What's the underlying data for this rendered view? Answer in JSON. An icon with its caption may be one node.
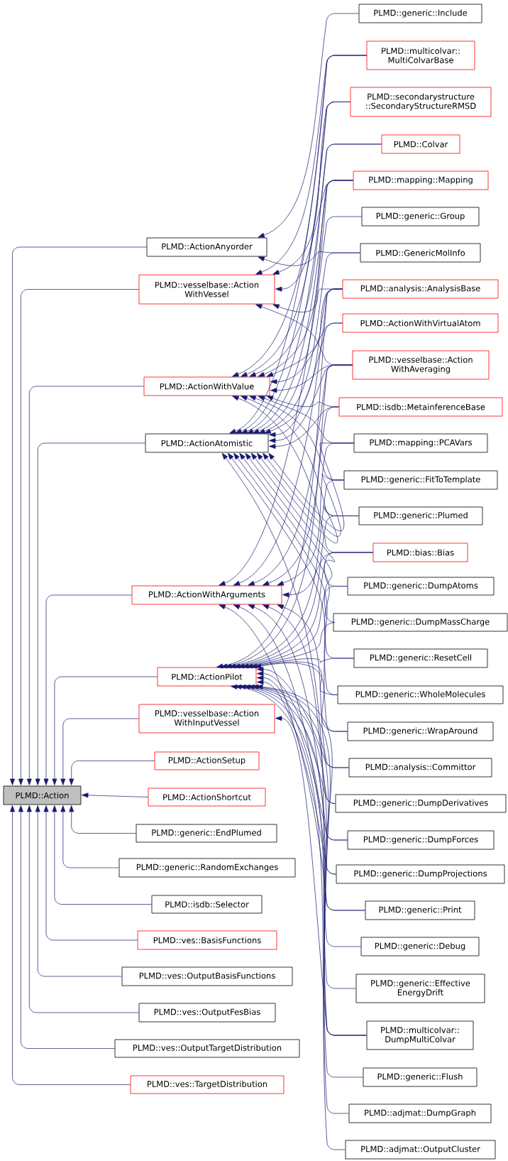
{
  "diagram": {
    "nodes": [
      {
        "text": [
          "PLMD::generic::Include"
        ]
      },
      {
        "text": [
          "PLMD::multicolvar:: MultiColvarBase"
        ]
      },
      {
        "text": [
          "PLMD::secondarystructure ::SecondaryStructureRMSD"
        ]
      },
      {
        "text": [
          "PLMD::Colvar"
        ]
      },
      {
        "text": [
          "PLMD::mapping::Mapping"
        ]
      },
      {
        "text": [
          "PLMD::generic::Group"
        ]
      },
      {
        "text": [
          "PLMD::ActionAnyorder"
        ]
      },
      {
        "text": [
          "PLMD::GenericMolInfo"
        ]
      },
      {
        "text": [
          "PLMD::vesselbase::Action WithVessel"
        ]
      },
      {
        "text": [
          "PLMD::analysis::AnalysisBase"
        ]
      },
      {
        "text": [
          "PLMD::ActionWithVirtualAtom"
        ]
      },
      {
        "text": [
          "PLMD::vesselbase::Action WithAveraging"
        ]
      },
      {
        "text": [
          "PLMD::ActionWithValue"
        ]
      },
      {
        "text": [
          "PLMD::isdb::MetainferenceBase"
        ]
      },
      {
        "text": [
          "PLMD::ActionAtomistic"
        ]
      },
      {
        "text": [
          "PLMD::mapping::PCAVars"
        ]
      },
      {
        "text": [
          "PLMD::generic::FitToTemplate"
        ]
      },
      {
        "text": [
          "PLMD::generic::Plumed"
        ]
      },
      {
        "text": [
          "PLMD::bias::Bias"
        ]
      },
      {
        "text": [
          "PLMD::generic::DumpAtoms"
        ]
      },
      {
        "text": [
          "PLMD::ActionWithArguments"
        ]
      },
      {
        "text": [
          "PLMD::generic::DumpMassCharge"
        ]
      },
      {
        "text": [
          "PLMD::generic::ResetCell"
        ]
      },
      {
        "text": [
          "PLMD::ActionPilot"
        ]
      },
      {
        "text": [
          "PLMD::generic::WholeMolecules"
        ]
      },
      {
        "text": [
          "PLMD::vesselbase::Action WithInputVessel"
        ]
      },
      {
        "text": [
          "PLMD::generic::WrapAround"
        ]
      },
      {
        "text": [
          "PLMD::ActionSetup"
        ]
      },
      {
        "text": [
          "PLMD::analysis::Committor"
        ]
      },
      {
        "text": [
          "PLMD::Action"
        ]
      },
      {
        "text": [
          "PLMD::ActionShortcut"
        ]
      },
      {
        "text": [
          "PLMD::generic::DumpDerivatives"
        ]
      },
      {
        "text": [
          "PLMD::generic::EndPlumed"
        ]
      },
      {
        "text": [
          "PLMD::generic::DumpForces"
        ]
      },
      {
        "text": [
          "PLMD::generic::RandomExchanges"
        ]
      },
      {
        "text": [
          "PLMD::generic::DumpProjections"
        ]
      },
      {
        "text": [
          "PLMD::isdb::Selector"
        ]
      },
      {
        "text": [
          "PLMD::generic::Print"
        ]
      },
      {
        "text": [
          "PLMD::ves::BasisFunctions"
        ]
      },
      {
        "text": [
          "PLMD::generic::Debug"
        ]
      },
      {
        "text": [
          "PLMD::ves::OutputBasisFunctions"
        ]
      },
      {
        "text": [
          "PLMD::generic::Effective EnergyDrift"
        ]
      },
      {
        "text": [
          "PLMD::ves::OutputFesBias"
        ]
      },
      {
        "text": [
          "PLMD::multicolvar:: DumpMultiColvar"
        ]
      },
      {
        "text": [
          "PLMD::ves::OutputTargetDistribution"
        ]
      },
      {
        "text": [
          "PLMD::generic::Flush"
        ]
      },
      {
        "text": [
          "PLMD::ves::TargetDistribution"
        ]
      },
      {
        "text": [
          "PLMD::adjmat::DumpGraph"
        ]
      },
      {
        "text": [
          "PLMD::adjmat::OutputCluster"
        ]
      }
    ],
    "edges": [
      {
        "from": 6,
        "to": 29,
        "arrow": "to"
      },
      {
        "from": 8,
        "to": 29,
        "arrow": "to"
      },
      {
        "from": 12,
        "to": 29,
        "arrow": "to"
      },
      {
        "from": 14,
        "to": 29,
        "arrow": "to"
      },
      {
        "from": 20,
        "to": 29,
        "arrow": "to"
      },
      {
        "from": 23,
        "to": 29,
        "arrow": "to"
      },
      {
        "from": 25,
        "to": 29,
        "arrow": "to"
      },
      {
        "from": 27,
        "to": 29,
        "arrow": "to"
      },
      {
        "from": 30,
        "to": 29,
        "arrow": "to"
      },
      {
        "from": 32,
        "to": 29,
        "arrow": "to"
      },
      {
        "from": 34,
        "to": 29,
        "arrow": "to"
      },
      {
        "from": 36,
        "to": 29,
        "arrow": "to"
      },
      {
        "from": 38,
        "to": 29,
        "arrow": "to"
      },
      {
        "from": 40,
        "to": 29,
        "arrow": "to"
      },
      {
        "from": 42,
        "to": 29,
        "arrow": "to"
      },
      {
        "from": 44,
        "to": 29,
        "arrow": "to"
      },
      {
        "from": 46,
        "to": 29,
        "arrow": "to"
      },
      {
        "from": 0,
        "to": 6,
        "arrow": "to"
      },
      {
        "from": 7,
        "to": 6,
        "arrow": "to"
      },
      {
        "from": 1,
        "to": 8,
        "arrow": "to"
      },
      {
        "from": 2,
        "to": 8,
        "arrow": "to"
      },
      {
        "from": 4,
        "to": 8,
        "arrow": "to"
      },
      {
        "from": 9,
        "to": 8,
        "arrow": "to"
      },
      {
        "from": 11,
        "to": 8,
        "arrow": "to"
      },
      {
        "from": 1,
        "to": 12,
        "arrow": "to"
      },
      {
        "from": 2,
        "to": 12,
        "arrow": "to"
      },
      {
        "from": 3,
        "to": 12,
        "arrow": "to"
      },
      {
        "from": 4,
        "to": 12,
        "arrow": "to"
      },
      {
        "from": 9,
        "to": 12,
        "arrow": "to"
      },
      {
        "from": 10,
        "to": 12,
        "arrow": "to"
      },
      {
        "from": 11,
        "to": 12,
        "arrow": "to"
      },
      {
        "from": 13,
        "to": 12,
        "arrow": "to"
      },
      {
        "from": 15,
        "to": 12,
        "arrow": "to"
      },
      {
        "from": 16,
        "to": 12,
        "arrow": "to"
      },
      {
        "from": 17,
        "to": 12,
        "arrow": "to"
      },
      {
        "from": 18,
        "to": 12,
        "arrow": "to"
      },
      {
        "from": 1,
        "to": 14,
        "arrow": "to"
      },
      {
        "from": 2,
        "to": 14,
        "arrow": "to"
      },
      {
        "from": 3,
        "to": 14,
        "arrow": "to"
      },
      {
        "from": 4,
        "to": 14,
        "arrow": "to"
      },
      {
        "from": 5,
        "to": 14,
        "arrow": "to"
      },
      {
        "from": 7,
        "to": 14,
        "arrow": "to"
      },
      {
        "from": 9,
        "to": 14,
        "arrow": "to"
      },
      {
        "from": 10,
        "to": 14,
        "arrow": "to"
      },
      {
        "from": 11,
        "to": 14,
        "arrow": "to"
      },
      {
        "from": 13,
        "to": 14,
        "arrow": "to"
      },
      {
        "from": 15,
        "to": 14,
        "arrow": "to"
      },
      {
        "from": 16,
        "to": 14,
        "arrow": "to"
      },
      {
        "from": 17,
        "to": 14,
        "arrow": "to"
      },
      {
        "from": 19,
        "to": 14,
        "arrow": "to"
      },
      {
        "from": 21,
        "to": 14,
        "arrow": "to"
      },
      {
        "from": 22,
        "to": 14,
        "arrow": "to"
      },
      {
        "from": 24,
        "to": 14,
        "arrow": "to"
      },
      {
        "from": 26,
        "to": 14,
        "arrow": "to"
      },
      {
        "from": 43,
        "to": 14,
        "arrow": "to"
      },
      {
        "from": 4,
        "to": 20,
        "arrow": "to"
      },
      {
        "from": 9,
        "to": 20,
        "arrow": "to"
      },
      {
        "from": 11,
        "to": 20,
        "arrow": "to"
      },
      {
        "from": 13,
        "to": 20,
        "arrow": "to"
      },
      {
        "from": 15,
        "to": 20,
        "arrow": "to"
      },
      {
        "from": 18,
        "to": 20,
        "arrow": "to"
      },
      {
        "from": 28,
        "to": 20,
        "arrow": "to"
      },
      {
        "from": 31,
        "to": 20,
        "arrow": "to"
      },
      {
        "from": 33,
        "to": 20,
        "arrow": "to"
      },
      {
        "from": 35,
        "to": 20,
        "arrow": "to"
      },
      {
        "from": 37,
        "to": 20,
        "arrow": "to"
      },
      {
        "from": 9,
        "to": 23,
        "arrow": "to"
      },
      {
        "from": 11,
        "to": 23,
        "arrow": "to"
      },
      {
        "from": 16,
        "to": 23,
        "arrow": "to"
      },
      {
        "from": 17,
        "to": 23,
        "arrow": "to"
      },
      {
        "from": 18,
        "to": 23,
        "arrow": "to"
      },
      {
        "from": 19,
        "to": 23,
        "arrow": "to"
      },
      {
        "from": 21,
        "to": 23,
        "arrow": "to"
      },
      {
        "from": 22,
        "to": 23,
        "arrow": "to"
      },
      {
        "from": 24,
        "to": 23,
        "arrow": "to"
      },
      {
        "from": 26,
        "to": 23,
        "arrow": "to"
      },
      {
        "from": 28,
        "to": 23,
        "arrow": "to"
      },
      {
        "from": 31,
        "to": 23,
        "arrow": "to"
      },
      {
        "from": 33,
        "to": 23,
        "arrow": "to"
      },
      {
        "from": 35,
        "to": 23,
        "arrow": "to"
      },
      {
        "from": 37,
        "to": 23,
        "arrow": "to"
      },
      {
        "from": 39,
        "to": 23,
        "arrow": "to"
      },
      {
        "from": 41,
        "to": 23,
        "arrow": "to"
      },
      {
        "from": 43,
        "to": 23,
        "arrow": "to"
      },
      {
        "from": 45,
        "to": 23,
        "arrow": "to"
      },
      {
        "from": 47,
        "to": 23,
        "arrow": "to"
      },
      {
        "from": 48,
        "to": 23,
        "arrow": "to"
      },
      {
        "from": 43,
        "to": 25,
        "arrow": "to"
      }
    ]
  }
}
